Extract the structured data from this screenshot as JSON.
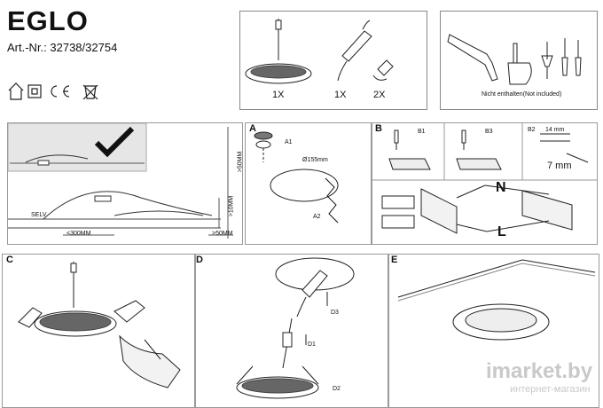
{
  "header": {
    "brand": "EGLO",
    "article_number": "Art.-Nr.: 32738/32754"
  },
  "parts_box": {
    "counts": [
      "1X",
      "1X",
      "2X"
    ]
  },
  "tools_box": {
    "note": "Nicht enthalten(Not included)"
  },
  "step_labels": {
    "a": "A",
    "a1": "A1",
    "a2": "A2",
    "diameter": "Ø155mm",
    "b": "B",
    "b1": "B1",
    "b3": "B3",
    "b2": "B2",
    "strip14": "14 mm",
    "strip7": "7 mm",
    "n": "N",
    "l": "L",
    "c": "C",
    "d": "D",
    "d1": "D1",
    "d2": "D2",
    "d3": "D3",
    "e": "E"
  },
  "intro_panel": {
    "selv": "SELV",
    "dim_300": "<300MM",
    "dim_50": ">50MM",
    "dim_10": ">10MM",
    "dim_50v": ">50MM"
  },
  "watermark": {
    "main": "imarket.by",
    "sub": "интернет-магазин"
  }
}
